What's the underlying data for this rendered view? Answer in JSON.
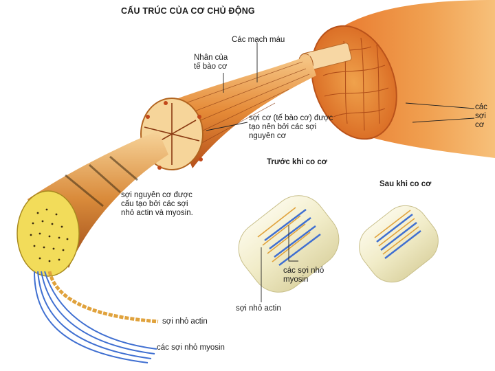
{
  "title": "CẤU TRÚC CỦA CƠ CHỦ ĐỘNG",
  "labels": {
    "blood_vessels": "Các mạch máu",
    "nucleus": "Nhân của\ntế bào cơ",
    "muscle_fiber": "sợi cơ (tế bào cơ) được\ntạo nên bởi các sợi\nnguyên cơ",
    "fiber_bundles": "các\nsợi cơ",
    "myofibril": "sợi nguyên cơ được\ncấu tạo bởi các sợi\nnhỏ actin và myosin.",
    "before": "Trước khi co cơ",
    "after": "Sau khi co cơ",
    "myosin_filaments_mid": "các sợi nhỏ\nmyosin",
    "actin_mid": "sợi nhỏ actin",
    "actin": "sợi nhỏ actin",
    "myosin": "các sợi nhỏ myosin"
  },
  "colors": {
    "muscle_dark": "#c2410c",
    "muscle_mid": "#ea8a2e",
    "muscle_light": "#f7c68a",
    "myofibril_yellow": "#f2dc5a",
    "myosin_blue": "#3f6fd1",
    "actin_gold": "#e0a23c",
    "cylinder": "#f4f0d6"
  }
}
